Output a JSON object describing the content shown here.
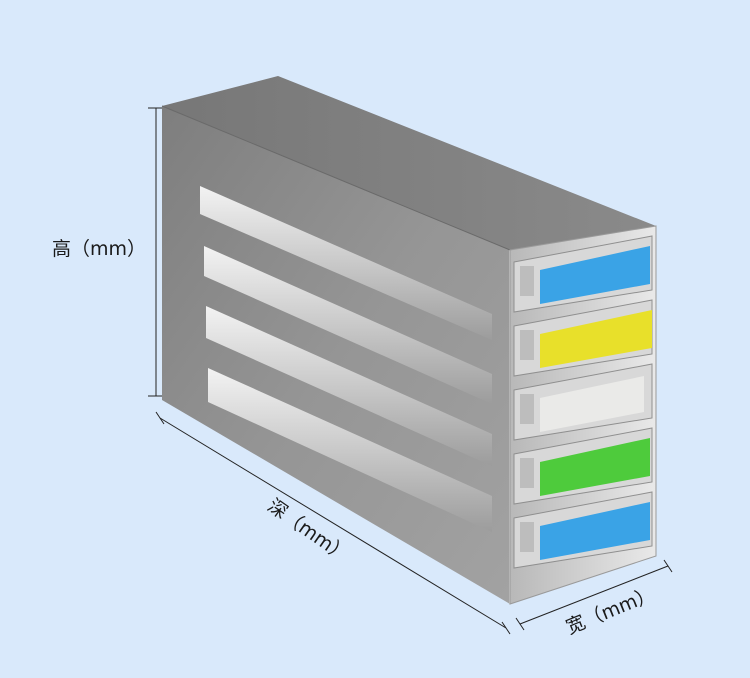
{
  "dimensions": {
    "height_label": "高（mm）",
    "depth_label": "深（mm）",
    "width_label": "宽（mm）"
  },
  "rack": {
    "drawer_count": 5,
    "drawer_colors": [
      "#3aa3e6",
      "#e8e02a",
      "#e4e4e2",
      "#4ecb3c",
      "#3aa3e6"
    ],
    "colors": {
      "background": "#d9e9fb",
      "steel_side": "#8d8d8d",
      "steel_top": "#7c7c7c",
      "steel_light": "#d4d4d4",
      "dimension_line": "#222222"
    }
  }
}
